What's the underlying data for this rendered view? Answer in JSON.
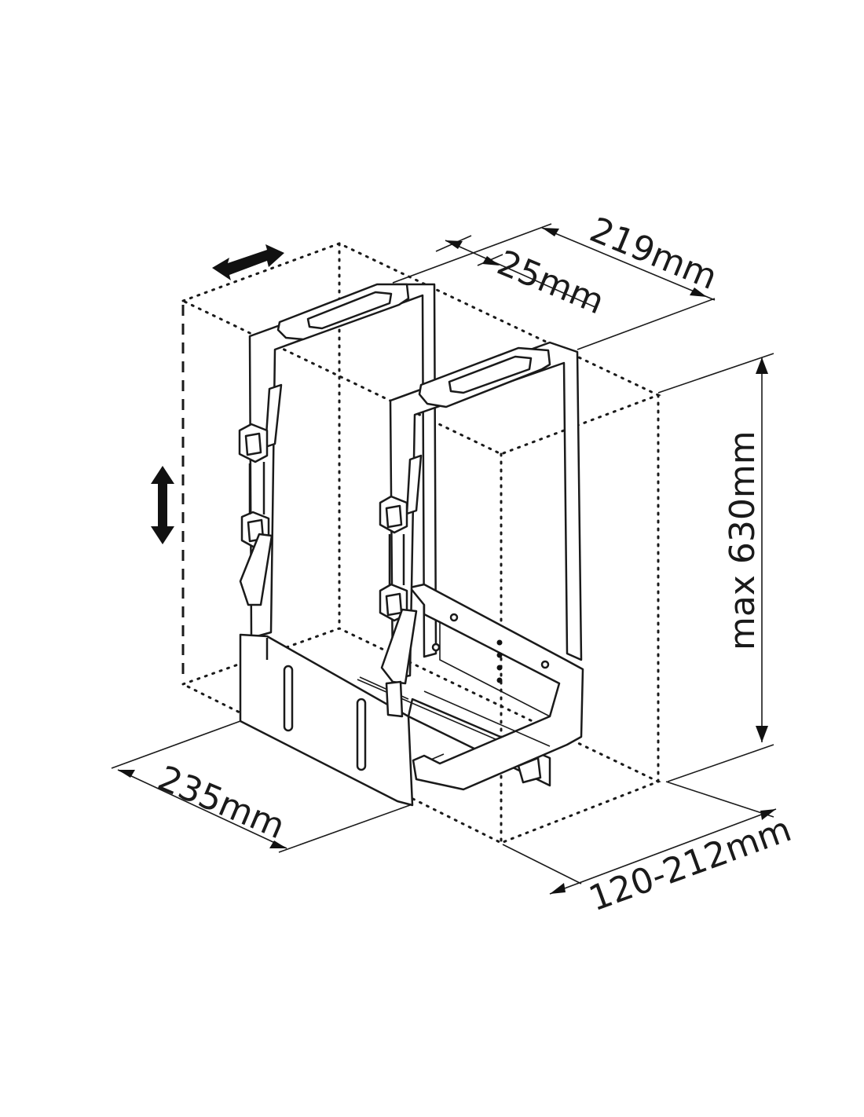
{
  "dimensions": {
    "total_depth": "219mm",
    "strap_width": "25mm",
    "height": "max 630mm",
    "width": "235mm",
    "range": "120-212mm"
  },
  "icons": {
    "horizontal_adjust": "double-arrow-horizontal-icon",
    "vertical_adjust": "double-arrow-vertical-icon"
  },
  "colors": {
    "line": "#1a1a1a",
    "background": "#ffffff"
  }
}
